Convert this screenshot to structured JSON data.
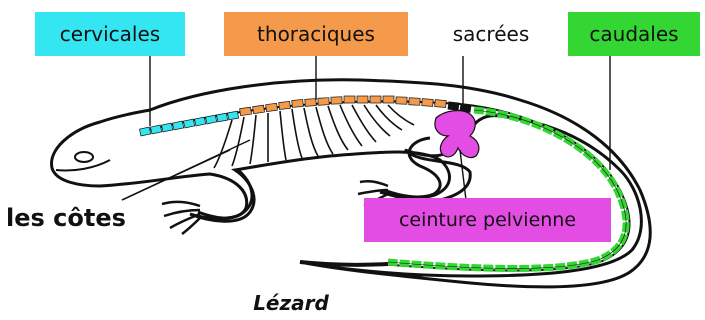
{
  "labels": {
    "cervicales": "cervicales",
    "thoraciques": "thoraciques",
    "sacrees": "sacrées",
    "caudales": "caudales",
    "ceinture_pelvienne": "ceinture pelvienne",
    "les_cotes": "les côtes"
  },
  "caption": "Lézard",
  "colors": {
    "cervicales": "#33e6f2",
    "thoraciques": "#f59a4a",
    "caudales": "#33d633",
    "ceinture_pelvienne": "#e34de3",
    "outline": "#111111"
  }
}
